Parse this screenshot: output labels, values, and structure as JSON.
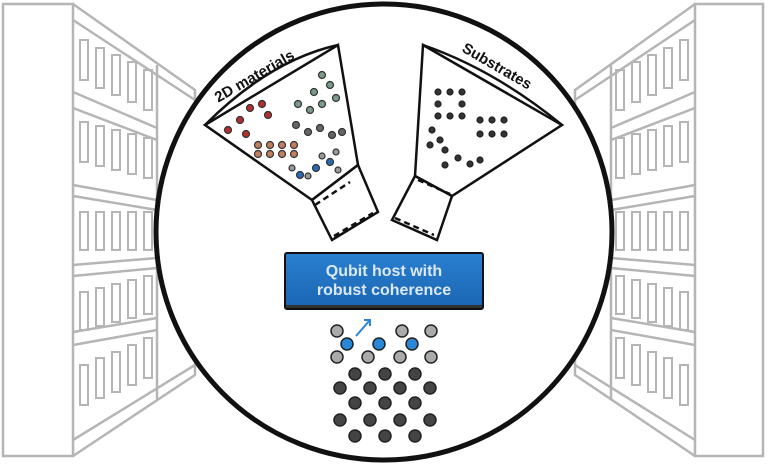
{
  "figure": {
    "left_funnel": {
      "label": "2D materials"
    },
    "right_funnel": {
      "label": "Substrates"
    },
    "host_box": {
      "line1": "Qubit host with",
      "line2": "robust coherence"
    },
    "colors": {
      "rack": "#b5b5b5",
      "circle": "#111111",
      "host_blue": "#1f73c2",
      "spin_blue": "#2a86d6"
    }
  }
}
